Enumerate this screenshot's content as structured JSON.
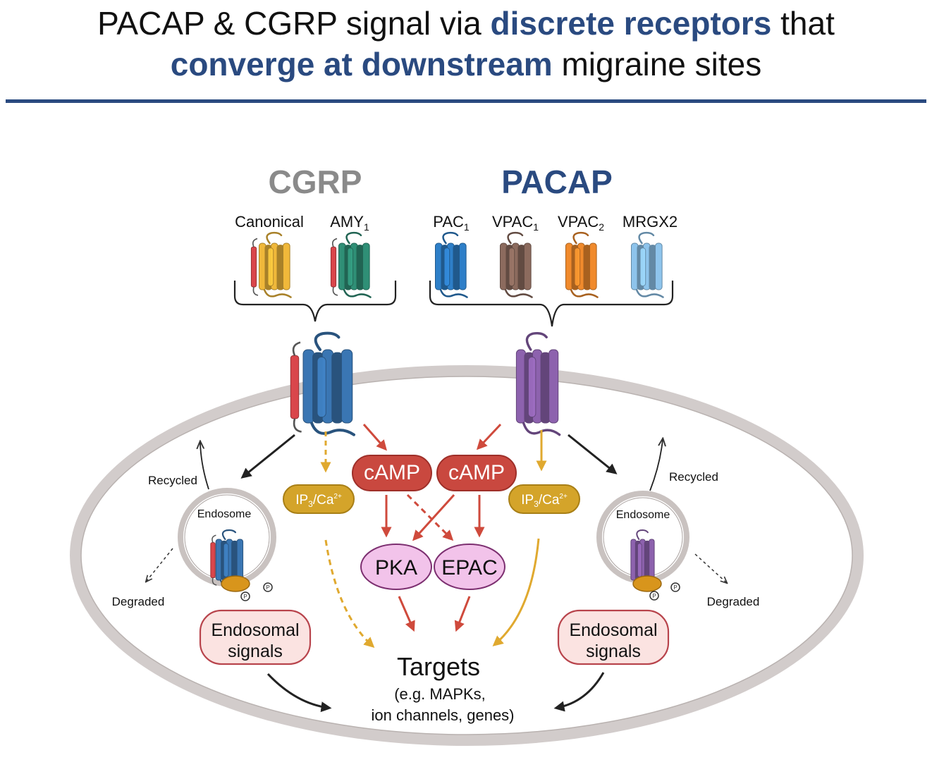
{
  "title": {
    "part1": "PACAP & CGRP signal via ",
    "highlight1": "discrete receptors",
    "part2": " that",
    "highlight2": "converge at downstream",
    "part3": " migraine sites"
  },
  "colors": {
    "title_accent": "#2a4a80",
    "cgrp_heading": "#8a8a8a",
    "pacap_heading": "#2a4a80",
    "camp_fill": "#c9483f",
    "ip3_fill": "#d4a42a",
    "pka_fill": "#f2c3ea",
    "endosomal_fill": "#fbe3e1",
    "cell_membrane": "#d2cccb",
    "red_arrow": "#cf4a3c",
    "gold_arrow": "#e0a92f"
  },
  "groups": {
    "cgrp": {
      "label": "CGRP",
      "receptors": [
        {
          "label": "Canonical",
          "sub": "",
          "color": "#f0b83a",
          "ramp_color": "#d9464b"
        },
        {
          "label": "AMY",
          "sub": "1",
          "color": "#2f8f76",
          "ramp_color": "#d9464b"
        }
      ]
    },
    "pacap": {
      "label": "PACAP",
      "receptors": [
        {
          "label": "PAC",
          "sub": "1",
          "color": "#2e7fc8"
        },
        {
          "label": "VPAC",
          "sub": "1",
          "color": "#8c6b5e"
        },
        {
          "label": "VPAC",
          "sub": "2",
          "color": "#f08a2c"
        },
        {
          "label": "MRGX2",
          "sub": "",
          "color": "#8ec4ec"
        }
      ]
    }
  },
  "cell_receptors": {
    "left_color": "#3a76b3",
    "left_ramp_color": "#d9464b",
    "right_color": "#8d62ae"
  },
  "nodes": {
    "camp_left": "cAMP",
    "camp_right": "cAMP",
    "ip3_left": {
      "main": "IP",
      "sub": "3",
      "ion": "/Ca",
      "sup": "2+"
    },
    "ip3_right": {
      "main": "IP",
      "sub": "3",
      "ion": "/Ca",
      "sup": "2+"
    },
    "pka": "PKA",
    "epac": "EPAC",
    "endosome_left": "Endosome",
    "endosome_right": "Endosome",
    "recycled_left": "Recycled",
    "recycled_right": "Recycled",
    "degraded_left": "Degraded",
    "degraded_right": "Degraded",
    "endosomal_left": [
      "Endosomal",
      "signals"
    ],
    "endosomal_right": [
      "Endosomal",
      "signals"
    ],
    "targets": "Targets",
    "targets_detail": [
      "(e.g. MAPKs,",
      "ion channels, genes)"
    ],
    "phospho": "P"
  }
}
